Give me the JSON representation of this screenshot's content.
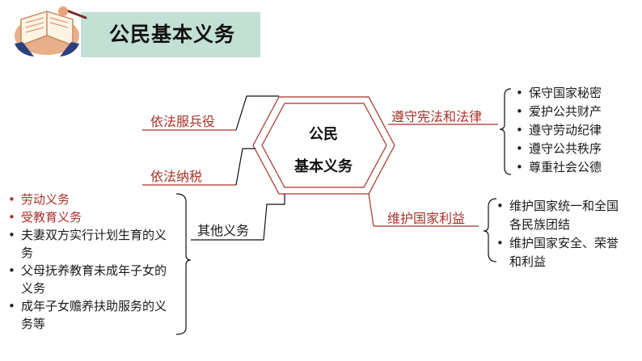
{
  "title": "公民基本义务",
  "center": {
    "line1": "公民",
    "line2": "基本义务"
  },
  "branches": {
    "military": "依法服兵役",
    "tax": "依法纳税",
    "other": "其他义务",
    "constitution": "遵守宪法和法律",
    "national": "维护国家利益"
  },
  "constitution_items": [
    "保守国家秘密",
    "爱护公共财产",
    "遵守劳动纪律",
    "遵守公共秩序",
    "尊重社会公德"
  ],
  "national_items": [
    "维护国家统一和全国各民族团结",
    "维护国家安全、荣誉和利益"
  ],
  "other_items": [
    "劳动义务",
    "受教育义务",
    "夫妻双方实行计划生育的义务",
    "父母抚养教育未成年子女的义务",
    "成年子女赡养扶助服务的义务等"
  ],
  "colors": {
    "accent_red": "#a8322a",
    "title_bg": "#c3e0d4"
  },
  "icons": [
    "book-reading-icon"
  ]
}
